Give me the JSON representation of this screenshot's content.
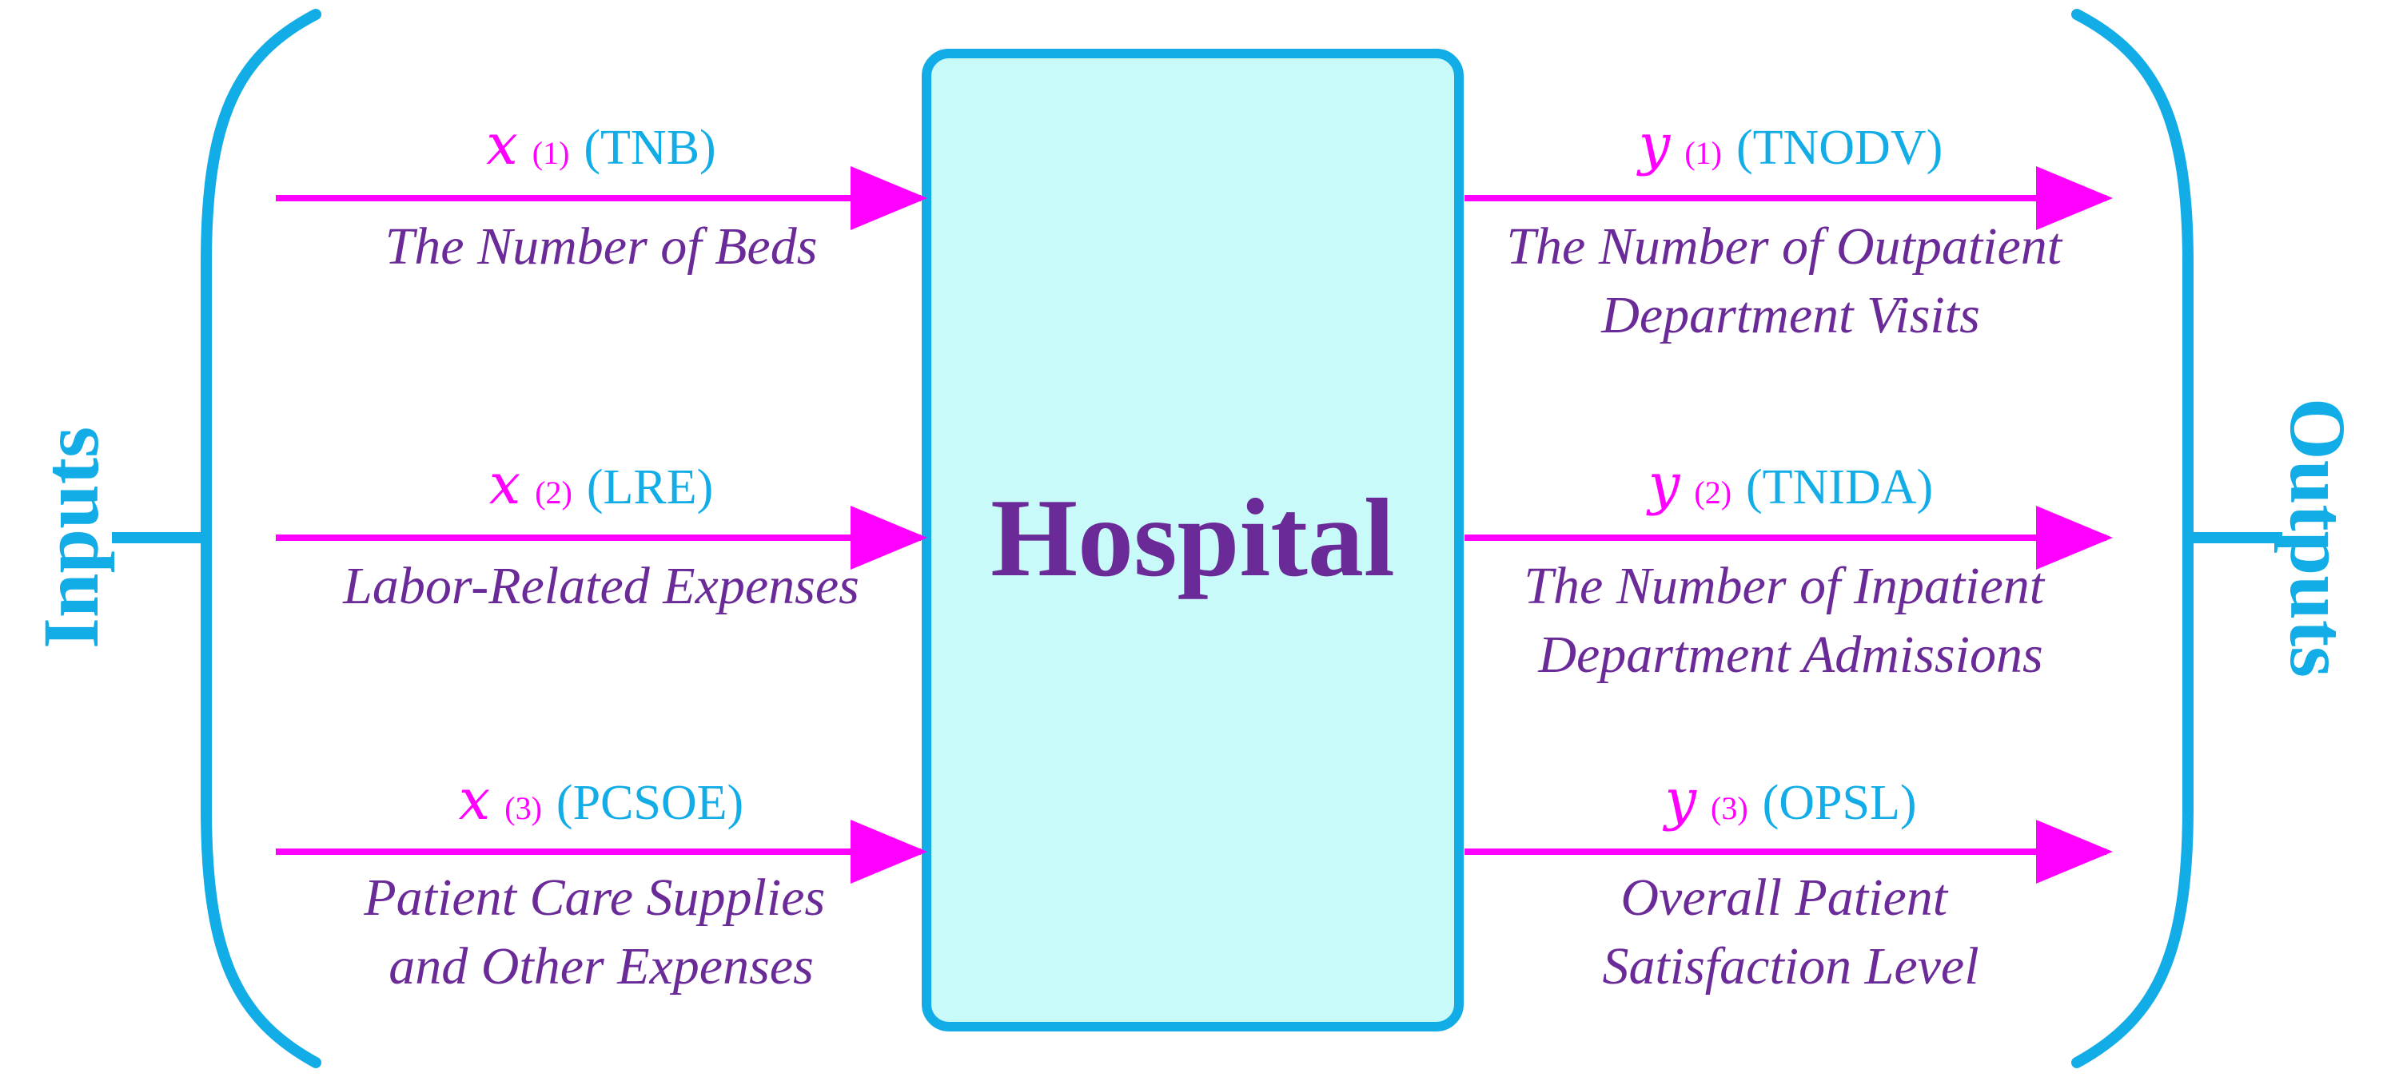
{
  "center": {
    "label": "Hospital"
  },
  "left_label": "Inputs",
  "right_label": "Outputs",
  "inputs": [
    {
      "var": "x",
      "index": "(1)",
      "abbr": "(TNB)",
      "lines": [
        "The Number of Beds"
      ]
    },
    {
      "var": "x",
      "index": "(2)",
      "abbr": "(LRE)",
      "lines": [
        "Labor-Related Expenses"
      ]
    },
    {
      "var": "x",
      "index": "(3)",
      "abbr": "(PCSOE)",
      "lines": [
        "Patient Care Supplies",
        "and Other Expenses"
      ]
    }
  ],
  "outputs": [
    {
      "var": "y",
      "index": "(1)",
      "abbr": "(TNODV)",
      "lines": [
        "The Number of Outpatient",
        "Department Visits"
      ]
    },
    {
      "var": "y",
      "index": "(2)",
      "abbr": "(TNIDA)",
      "lines": [
        "The Number of Inpatient",
        "Department Admissions"
      ]
    },
    {
      "var": "y",
      "index": "(3)",
      "abbr": "(OPSL)",
      "lines": [
        "Overall Patient",
        "Satisfaction Level"
      ]
    }
  ],
  "colors": {
    "bracket": "#12ACE6",
    "arrow": "#FF00FF",
    "variable": "#FF00FF",
    "abbr": "#12ACE6",
    "description": "#6A2A97",
    "box_fill": "#C8FAFA",
    "box_stroke": "#12ACE6",
    "hospital_text": "#6A2A97"
  }
}
